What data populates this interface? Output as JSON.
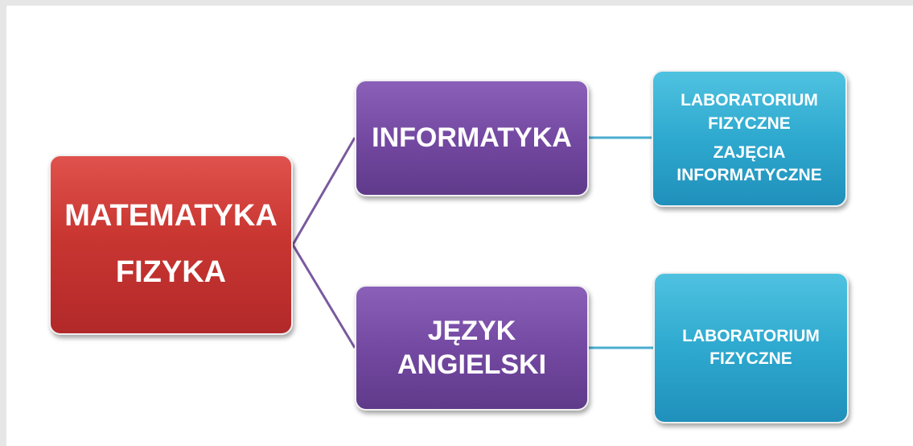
{
  "root": {
    "line1": "MATEMATYKA",
    "line2": "FIZYKA"
  },
  "branch1": {
    "title": "INFORMATYKA",
    "detail_p1": "LABORATORIUM FIZYCZNE",
    "detail_p2": "ZAJĘCIA INFORMATYCZNE"
  },
  "branch2": {
    "title_line1": "JĘZYK",
    "title_line2": "ANGIELSKI",
    "detail_p1": "LABORATORIUM FIZYCZNE"
  },
  "colors": {
    "root": "#c93631",
    "branch": "#7449a2",
    "leaf": "#2ea9cf",
    "connector_purple": "#7a5a9e",
    "connector_cyan": "#4aaed0"
  }
}
